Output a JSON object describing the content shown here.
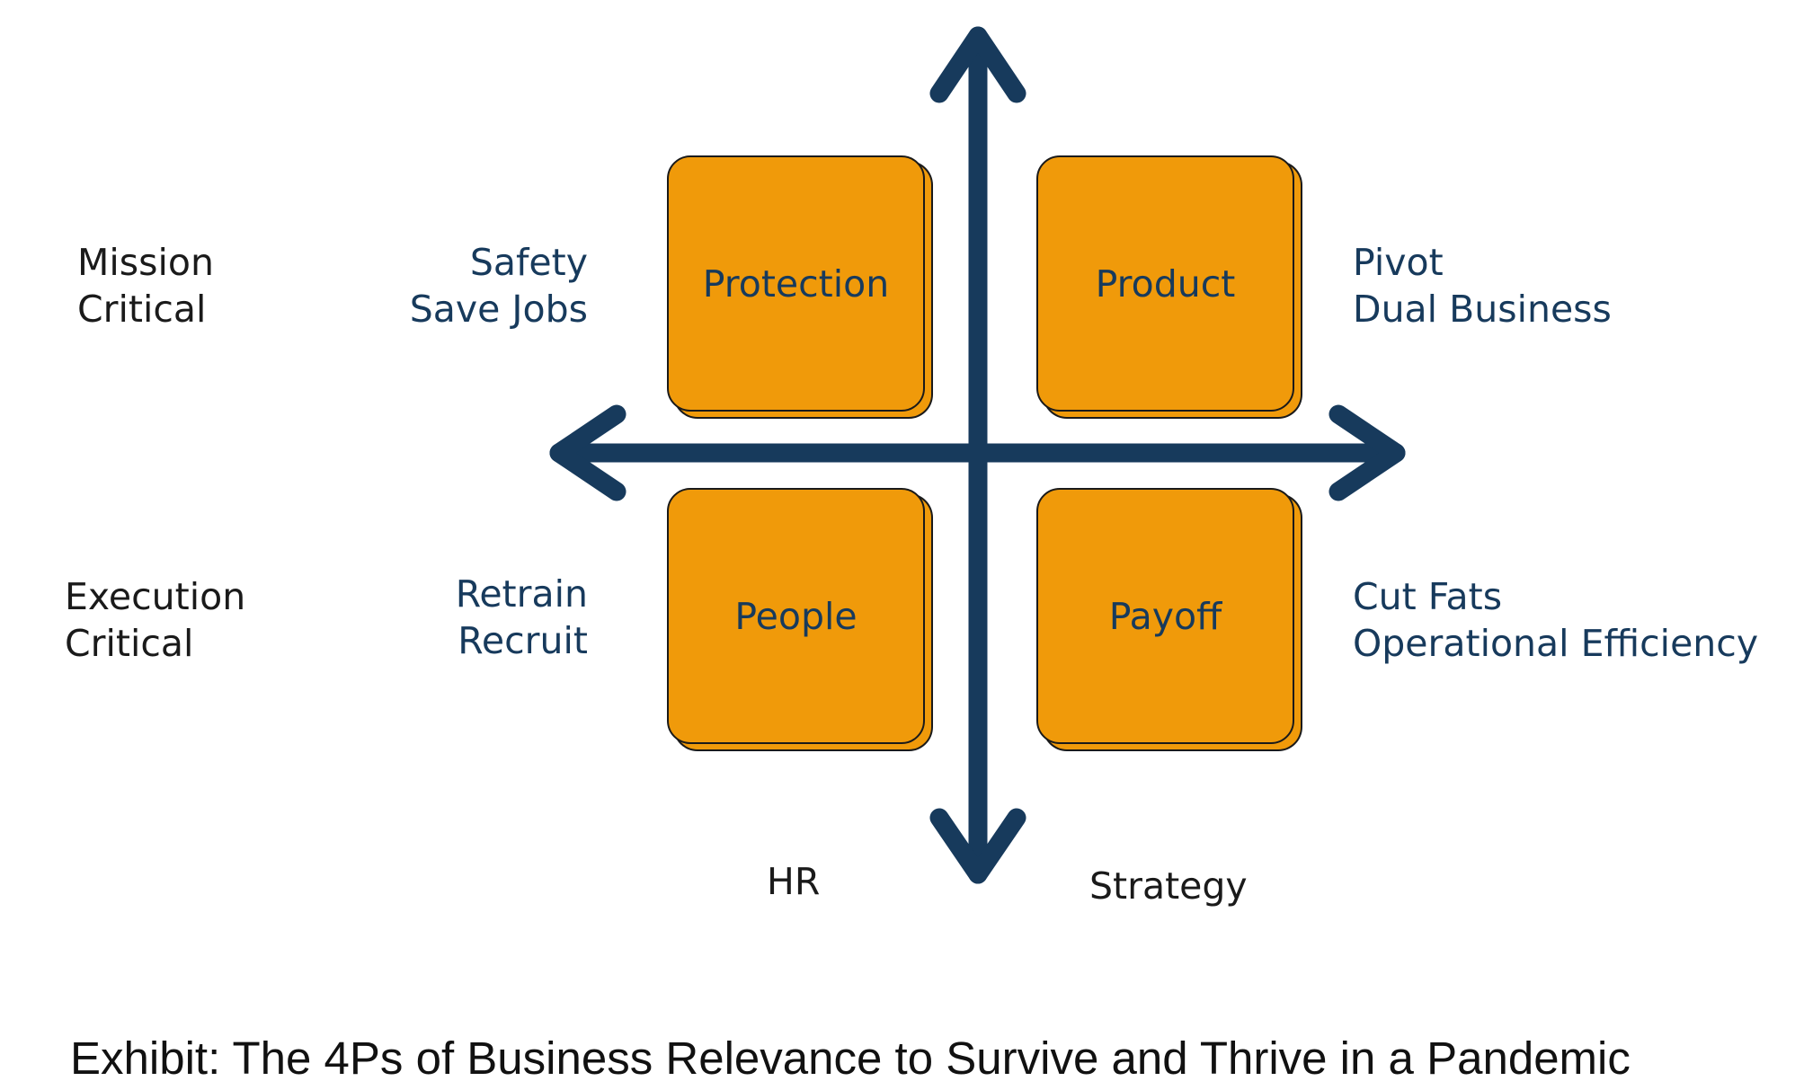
{
  "row_labels": {
    "top": [
      "Mission",
      "Critical"
    ],
    "bottom": [
      "Execution",
      "Critical"
    ]
  },
  "quadrants": {
    "top_left": {
      "box": "Protection",
      "notes": [
        "Safety",
        "Save Jobs"
      ]
    },
    "top_right": {
      "box": "Product",
      "notes": [
        "Pivot",
        "Dual Business"
      ]
    },
    "bottom_left": {
      "box": "People",
      "notes": [
        "Retrain",
        "Recruit"
      ]
    },
    "bottom_right": {
      "box": "Payoff",
      "notes": [
        "Cut Fats",
        "Operational Efficiency"
      ]
    }
  },
  "column_labels": {
    "left": "HR",
    "right": "Strategy"
  },
  "caption": "Exhibit: The 4Ps of Business Relevance to Survive and Thrive in a Pandemic",
  "colors": {
    "box_fill": "#f09a0a",
    "arrow": "#173a5c",
    "note_text": "#173a5c"
  },
  "icons": {
    "axis": "four-way-arrow-icon"
  }
}
